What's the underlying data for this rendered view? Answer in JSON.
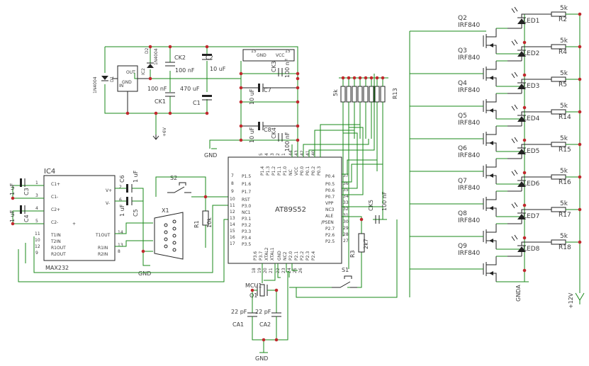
{
  "labels": {
    "ic2": "IC2",
    "ic2_in": "IN",
    "ic2_out": "OUT",
    "ic2_gnd": "GND",
    "d1": "D1",
    "d1_type": "1N4004",
    "d2": "D2",
    "d2_type": "1N4004",
    "ck2": "CK2",
    "ck2_val": "100 nF",
    "ck1": "CK1",
    "ck1_val": "100 nF",
    "c2": "C2",
    "c2_val": "10 uF",
    "c1": "C1",
    "c1_val": "470 uF",
    "plus6v": "+6V",
    "gnd": "GND",
    "gnda": "GNDA",
    "plus12v": "+12V",
    "ic4": "IC4",
    "max232": "MAX232",
    "c3": "C3",
    "c4": "C4",
    "c5": "C5",
    "c6": "C6",
    "uf1": "1 uF",
    "c7": "C7",
    "c8": "C8",
    "c7_val": "10 uF",
    "c8_val": "10 uF",
    "ck3": "CK3",
    "ck4": "CK4",
    "ck5": "CK5",
    "val100nf": "100 nF",
    "val100n": "100 nF",
    "x1": "X1",
    "r1": "R1",
    "r1_val": "10k",
    "s2": "S2",
    "s1": "S1",
    "r3": "R3",
    "r3_val": "2k7",
    "mcu1": "MCU1",
    "q1": "Q1",
    "ca1": "CA1",
    "ca2": "CA2",
    "val22pf": "22 pF",
    "at89s52": "AT89S52",
    "r13": "R13",
    "k5": "5k"
  },
  "max232_pins": {
    "left": [
      "C1+",
      "C1-",
      "C2+",
      "C2-",
      "T1IN",
      "T2IN",
      "R1OUT",
      "R2OUT"
    ],
    "left_nums": [
      "1",
      "3",
      "4",
      "5",
      "11",
      "10",
      "12",
      "9"
    ],
    "right": [
      "V+",
      "V-",
      "T1OUT",
      "R1IN",
      "R2IN"
    ],
    "right_nums": [
      "2",
      "6",
      "14",
      "13",
      "8"
    ]
  },
  "mcu_pins": {
    "top": [
      "P1.4",
      "P1.3",
      "P1.2",
      "P1.1",
      "P1.0",
      "NC",
      "VCC",
      "P0.0",
      "P0.1",
      "P0.2",
      "P0.3"
    ],
    "top_nums": [
      "5",
      "4",
      "3",
      "2",
      "1",
      "44",
      "43",
      "42",
      "41",
      "40"
    ],
    "left": [
      "P1.5",
      "P1.6",
      "P1.7",
      "RST",
      "P3.0",
      "NC1",
      "P3.1",
      "P3.2",
      "P3.3",
      "P3.4",
      "P3.5"
    ],
    "left_nums": [
      "7",
      "8",
      "9",
      "10",
      "11",
      "12",
      "13",
      "14",
      "15",
      "16",
      "17"
    ],
    "right": [
      "P0.4",
      "P0.5",
      "P0.6",
      "P0.7",
      "VPP",
      "NC3",
      "ALE",
      "/PSEN",
      "P2.7",
      "P2.6",
      "P2.5"
    ],
    "right_nums": [
      "37",
      "36",
      "35",
      "34",
      "33",
      "32",
      "31",
      "30",
      "29",
      "28",
      "27"
    ],
    "bottom": [
      "P3.6",
      "P3.7",
      "XTAL2",
      "XTAL1",
      "GND",
      "NC2",
      "P2.0",
      "P2.1",
      "P2.2",
      "P2.3",
      "P2.4"
    ],
    "bottom_nums": [
      "18",
      "19",
      "20",
      "21",
      "22",
      "23",
      "24",
      "25",
      "26"
    ]
  },
  "cap_block": {
    "pins_top": [
      "15",
      "GND",
      "VCC",
      "15"
    ],
    "pins_bottom": [
      "GND",
      "VCC"
    ]
  },
  "outputs": [
    {
      "q": "Q2",
      "type": "IRF840",
      "led": "LED1",
      "r": "R2",
      "rv": "5k"
    },
    {
      "q": "Q3",
      "type": "IRF840",
      "led": "LED2",
      "r": "R4",
      "rv": "5k"
    },
    {
      "q": "Q4",
      "type": "IRF840",
      "led": "LED3",
      "r": "R5",
      "rv": "5k"
    },
    {
      "q": "Q5",
      "type": "IRF840",
      "led": "LED4",
      "r": "R14",
      "rv": "5k"
    },
    {
      "q": "Q6",
      "type": "IRF840",
      "led": "LED5",
      "r": "R15",
      "rv": "5k"
    },
    {
      "q": "Q7",
      "type": "IRF840",
      "led": "LED6",
      "r": "R16",
      "rv": "5k"
    },
    {
      "q": "Q8",
      "type": "IRF840",
      "led": "LED7",
      "r": "R17",
      "rv": "5k"
    },
    {
      "q": "Q9",
      "type": "IRF840",
      "led": "LED8",
      "r": "R18",
      "rv": "5k"
    }
  ],
  "colors": {
    "wire": "#1a8a1a",
    "part": "#222222",
    "text": "#3a3a3a",
    "junction": "#c0282d"
  }
}
